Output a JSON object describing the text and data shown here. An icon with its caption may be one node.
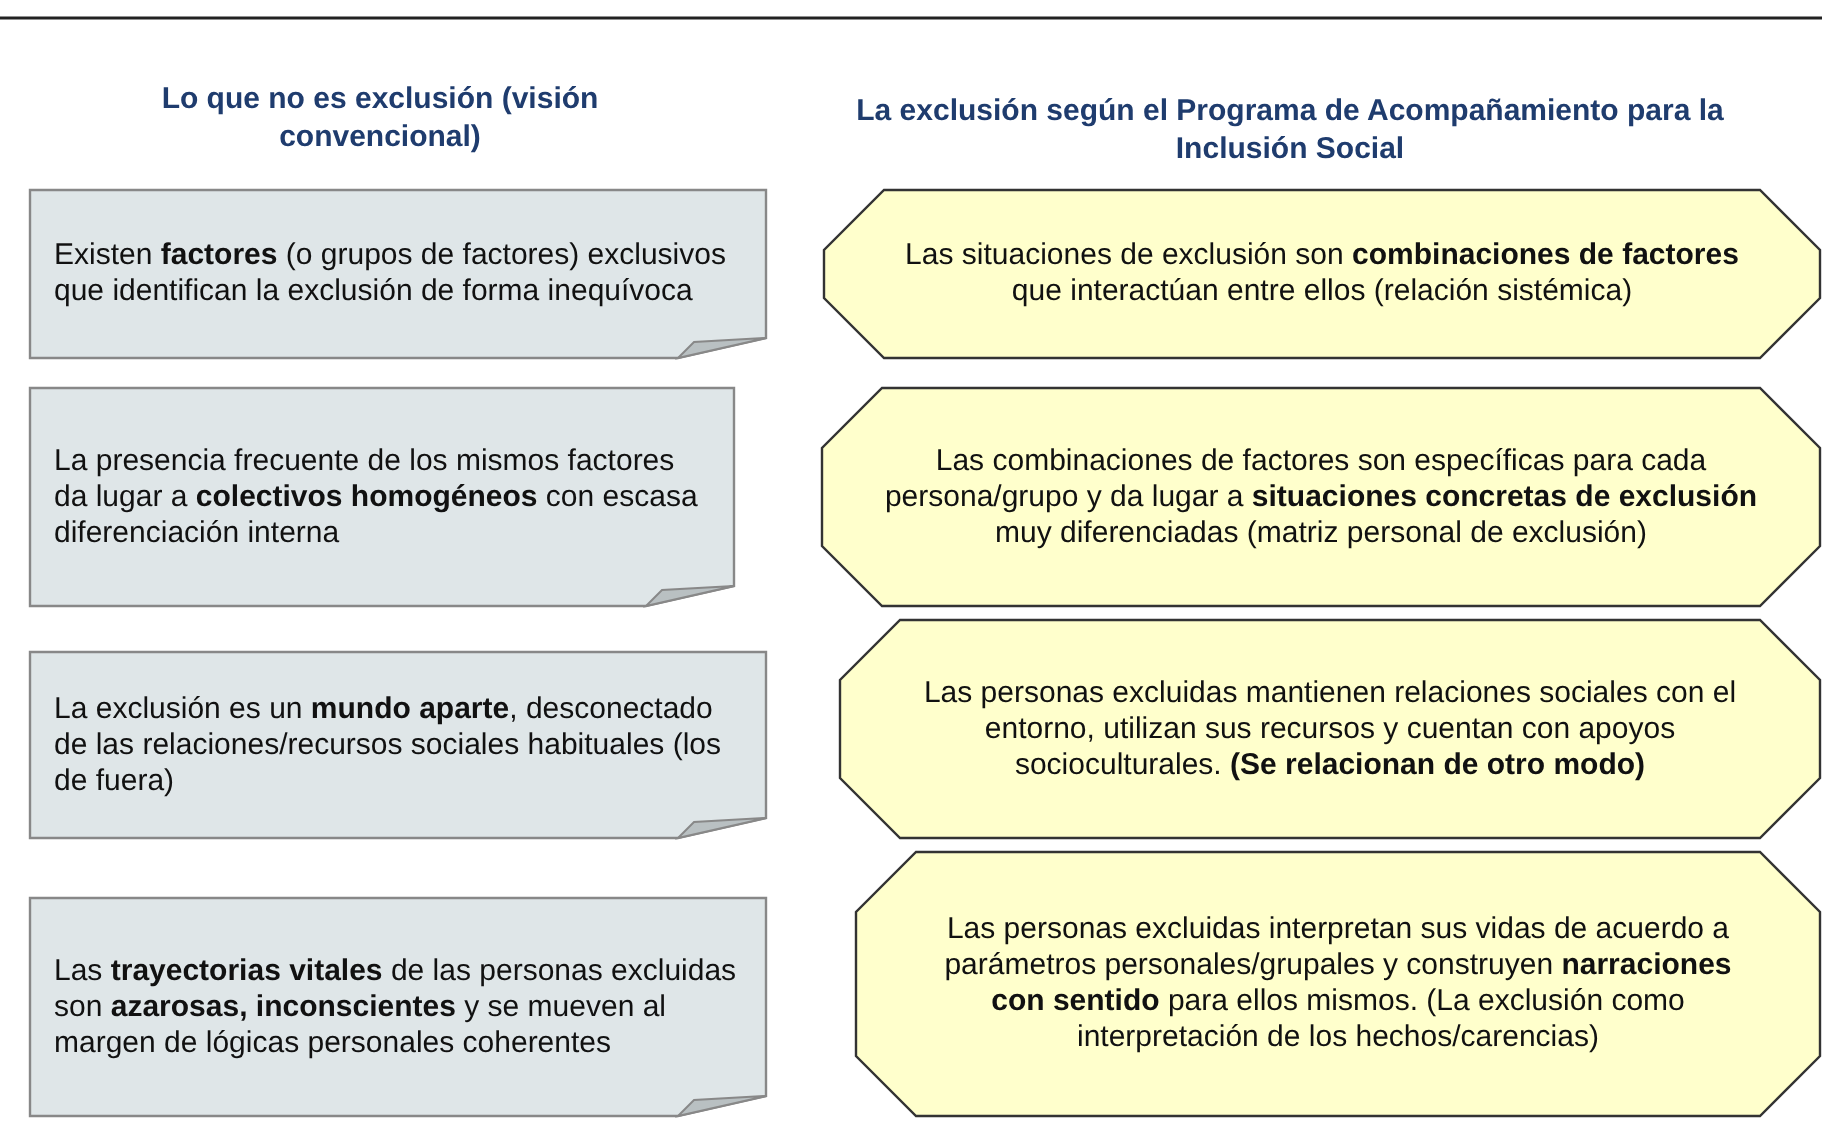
{
  "diagram": {
    "nodes": [
      {
        "text": [
          "Existen **factores** (o grupos de factores) exclusivos que identifican la exclusión de forma inequívoca"
        ]
      },
      {
        "text": [
          "La presencia frecuente de los mismos factores da lugar a **colectivos homogéneos** con escasa diferenciación interna"
        ]
      },
      {
        "text": [
          "La exclusión es un **mundo aparte**, desconectado de las relaciones/recursos sociales habituales (los de fuera)"
        ]
      },
      {
        "text": [
          "Las **trayectorias vitales** de las personas excluidas son **azarosas, inconscientes** y se mueven al margen de lógicas personales coherentes"
        ]
      },
      {
        "text": [
          "Las situaciones de exclusión son **combinaciones de factores** que interactúan entre ellos (relación sistémica)"
        ]
      },
      {
        "text": [
          "Las combinaciones de factores son específicas para cada persona/grupo y da lugar a **situaciones concretas de exclusión** muy diferenciadas (matriz personal de exclusión)"
        ]
      },
      {
        "text": [
          "Las personas excluidas mantienen relaciones sociales con el entorno, utilizan sus recursos y cuentan con apoyos socioculturales. **(Se relacionan de otro modo)**"
        ]
      },
      {
        "text": [
          "Las personas excluidas interpretan sus vidas de acuerdo a parámetros personales/grupales y construyen **narraciones con sentido** para ellos mismos. (La exclusión como interpretación de los hechos/carencias)"
        ]
      }
    ],
    "labels": [
      "Lo que no es exclusión (visión convencional)",
      "La exclusión según el Programa de Acompañamiento para la Inclusión Social"
    ]
  }
}
